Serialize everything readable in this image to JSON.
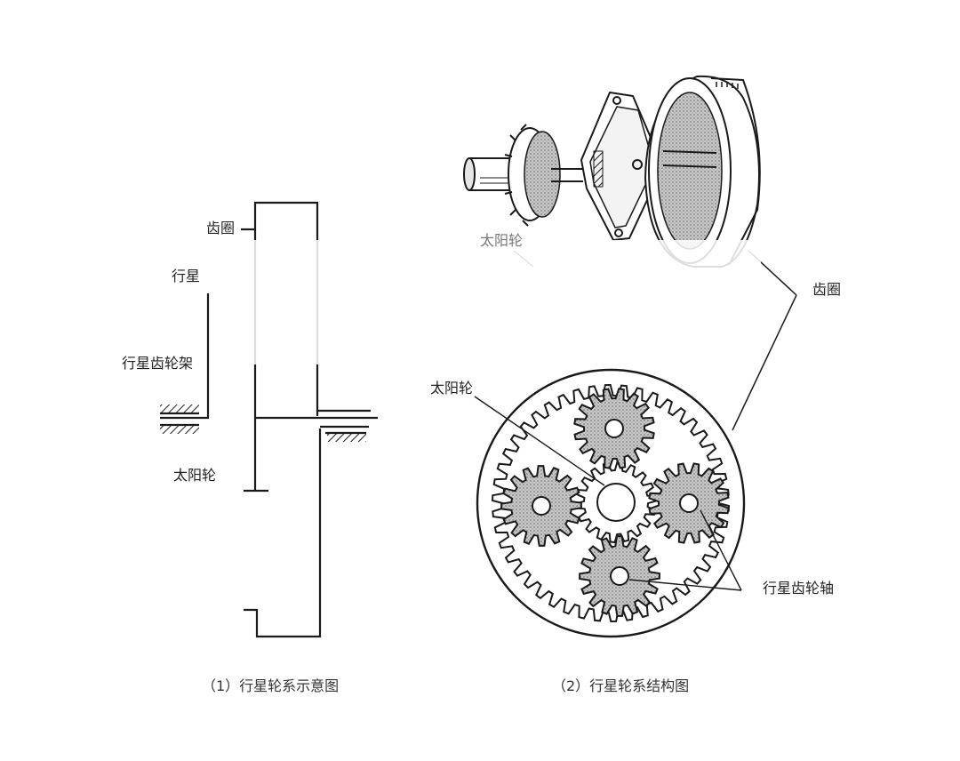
{
  "left_diagram": {
    "labels": {
      "ring_gear": "齿圈",
      "planet_gear_partial": "行星",
      "planet_carrier": "行星齿轮架",
      "sun_gear": "太阳轮"
    },
    "caption": "（1）行星轮系示意图"
  },
  "right_diagram": {
    "labels": {
      "sun_gear_top": "太阳轮",
      "ring_gear": "齿圈",
      "sun_gear": "太阳轮",
      "planet_gear_shaft": "行星齿轮轴"
    },
    "caption": "（2）行星轮系结构图"
  },
  "colors": {
    "line": "#1a1a1a",
    "gear_fill": "#cfcfcf",
    "background": "#ffffff"
  }
}
